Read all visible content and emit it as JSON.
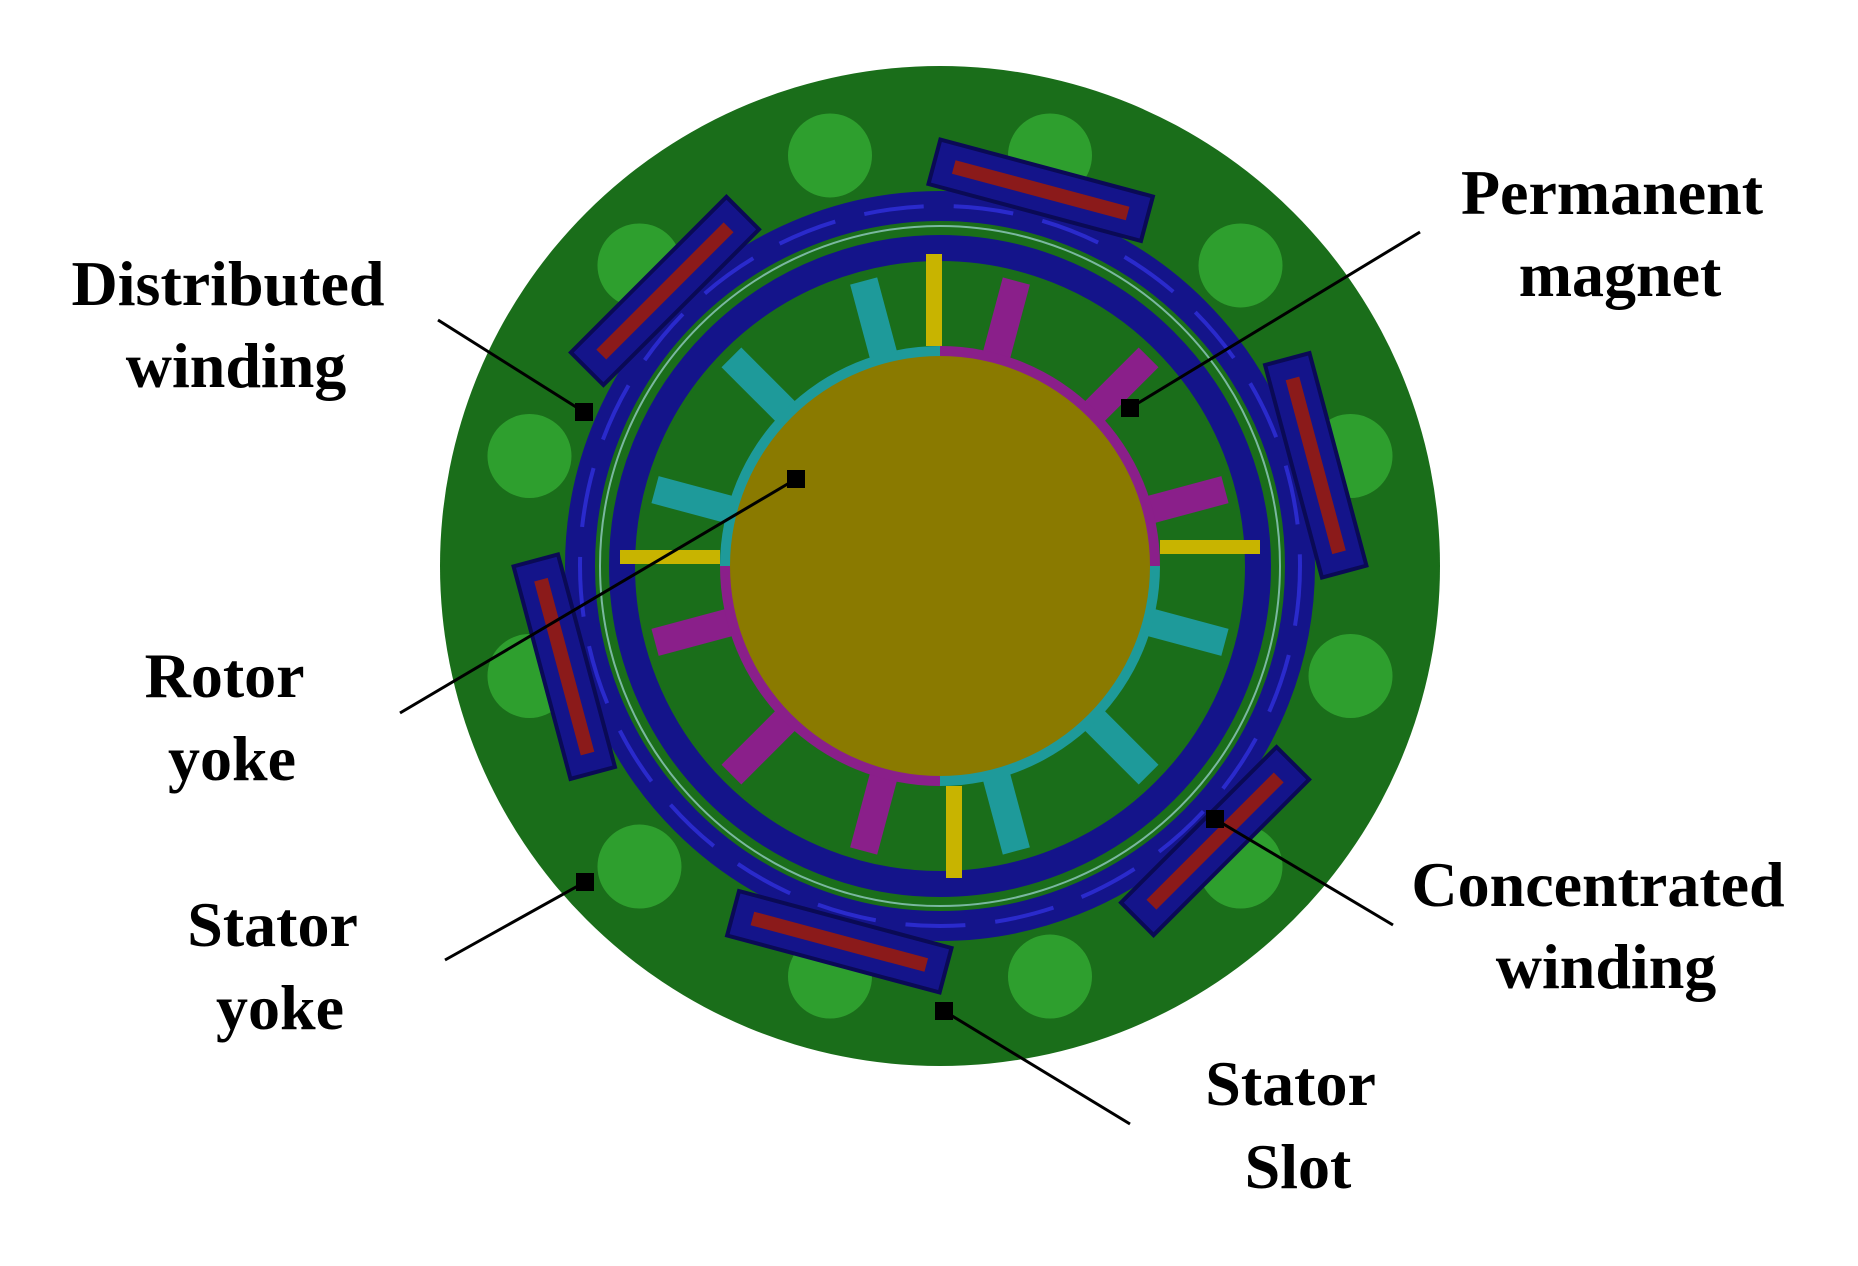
{
  "labels": {
    "permanent_magnet": [
      "Permanent",
      "magnet"
    ],
    "distributed_winding": [
      "Distributed",
      "winding"
    ],
    "rotor_yoke": [
      "Rotor",
      "yoke"
    ],
    "stator_yoke": [
      "Stator",
      "yoke"
    ],
    "concentrated_winding": [
      "Concentrated",
      "winding"
    ],
    "stator_slot": [
      "Stator",
      "Slot"
    ]
  },
  "colors": {
    "stator_yoke": "#1a6e1a",
    "stator_slot": "#33a833",
    "winding_band": "#14148a",
    "concentrated_coil": "#8b1a1a",
    "pm_magenta": "#8a1f8a",
    "pm_cyan": "#1e9a9a",
    "rotor_yoke": "#8a7a00",
    "pole_gap": "#c8b400",
    "leader": "#000000"
  }
}
